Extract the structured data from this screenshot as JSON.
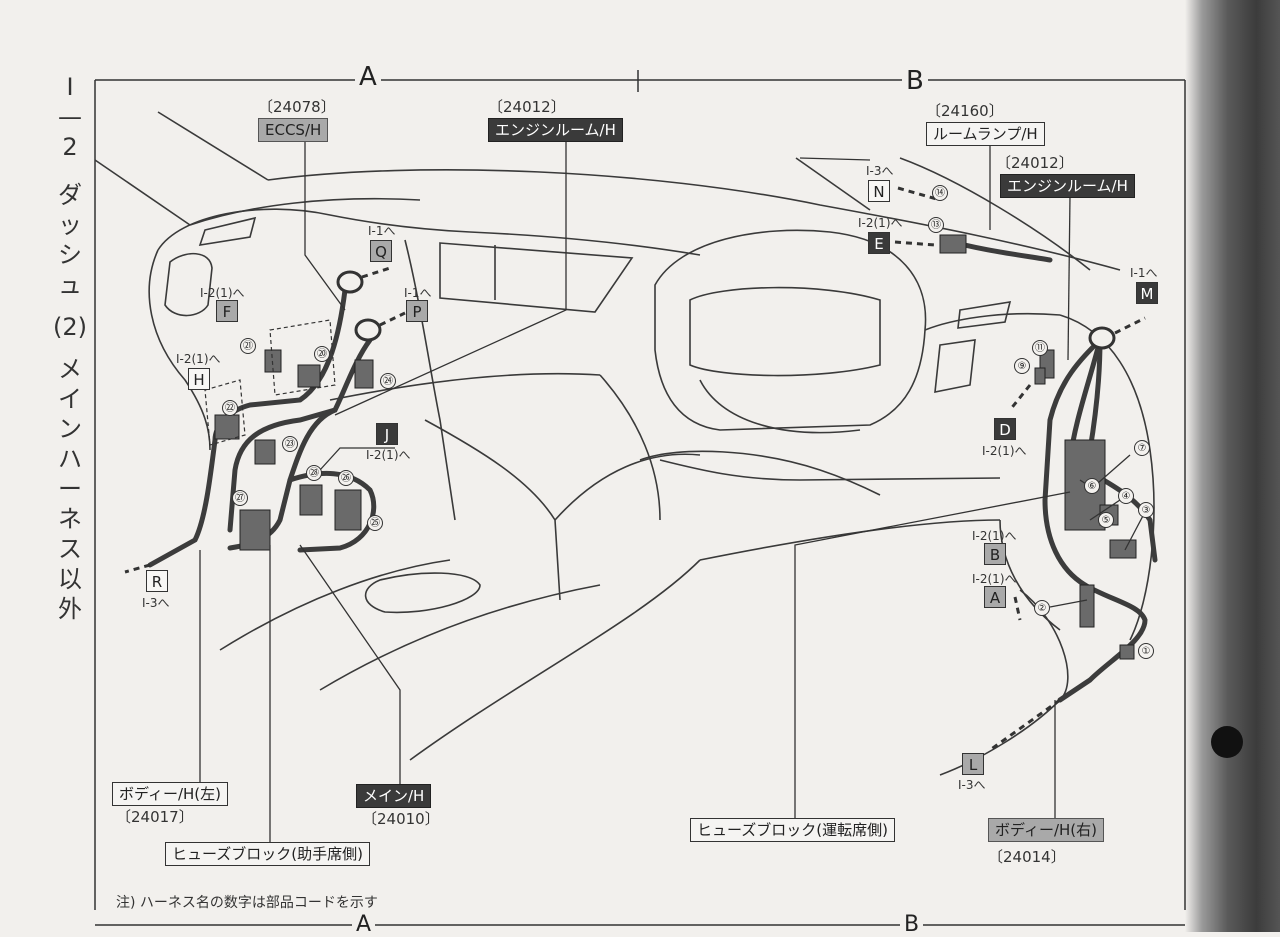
{
  "side_title": [
    "I",
    "—",
    "2",
    "ダ",
    "ッ",
    "シ",
    "ュ",
    "(2)",
    "メ",
    "イ",
    "ン",
    "ハ",
    "ー",
    "ネ",
    "ス",
    "以",
    "外"
  ],
  "sections": {
    "a": "A",
    "b": "B",
    "a_bottom": "A",
    "b_bottom": "B"
  },
  "harness_codes": {
    "eccs": "〔24078〕",
    "engine_room_a": "〔24012〕",
    "room_lamp": "〔24160〕",
    "engine_room_b": "〔24012〕",
    "body_left": "〔24017〕",
    "main": "〔24010〕",
    "body_right": "〔24014〕"
  },
  "harness_names": {
    "eccs": "ECCS/H",
    "engine_room_a": "エンジンルーム/H",
    "room_lamp": "ルームランプ/H",
    "engine_room_b": "エンジンルーム/H",
    "body_left": "ボディー/H(左)",
    "main": "メイン/H",
    "fuse_passenger": "ヒューズブロック(助手席側)",
    "fuse_driver": "ヒューズブロック(運転席側)",
    "body_right": "ボディー/H(右)"
  },
  "connector_letters": {
    "q": "Q",
    "p": "P",
    "f": "F",
    "h": "H",
    "j": "J",
    "r": "R",
    "n": "N",
    "e": "E",
    "m": "M",
    "d": "D",
    "b": "B",
    "a": "A",
    "l": "L"
  },
  "connector_refs": {
    "q": "I-1へ",
    "p": "I-1へ",
    "f": "I-2(1)へ",
    "h": "I-2(1)へ",
    "j": "I-2(1)へ",
    "r": "I-3へ",
    "n": "I-3へ",
    "e": "I-2(1)へ",
    "m": "I-1へ",
    "d": "I-2(1)へ",
    "b": "I-2(1)へ",
    "a": "I-2(1)へ",
    "l": "I-3へ"
  },
  "callout_numbers": [
    "①",
    "②",
    "③",
    "④",
    "⑤",
    "⑥",
    "⑦",
    "⑨",
    "⑪",
    "⑬",
    "⑭",
    "⑳",
    "㉑",
    "㉒",
    "㉓",
    "㉔",
    "㉕",
    "㉖",
    "㉗",
    "㉘"
  ],
  "note": "注) ハーネス名の数字は部品コードを示す",
  "colors": {
    "dark_box": "#3a3a3a",
    "gray_box": "#a9a9a9",
    "harness": "#3c3c3c"
  }
}
